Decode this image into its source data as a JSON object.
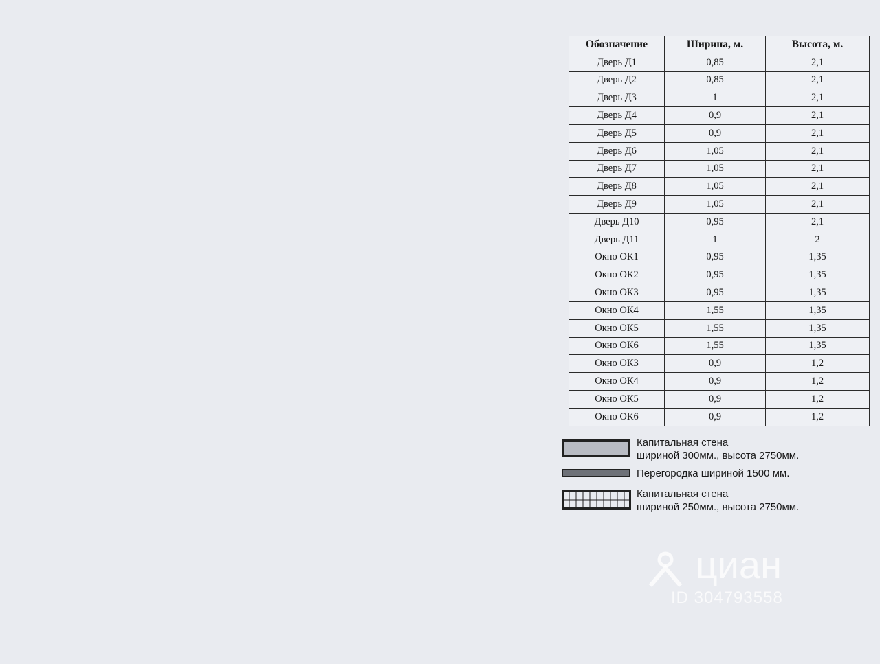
{
  "table": {
    "headers": [
      "Обозначение",
      "Ширина, м.",
      "Высота, м."
    ],
    "rows": [
      [
        "Дверь Д1",
        "0,85",
        "2,1"
      ],
      [
        "Дверь Д2",
        "0,85",
        "2,1"
      ],
      [
        "Дверь Д3",
        "1",
        "2,1"
      ],
      [
        "Дверь Д4",
        "0,9",
        "2,1"
      ],
      [
        "Дверь Д5",
        "0,9",
        "2,1"
      ],
      [
        "Дверь Д6",
        "1,05",
        "2,1"
      ],
      [
        "Дверь Д7",
        "1,05",
        "2,1"
      ],
      [
        "Дверь Д8",
        "1,05",
        "2,1"
      ],
      [
        "Дверь Д9",
        "1,05",
        "2,1"
      ],
      [
        "Дверь Д10",
        "0,95",
        "2,1"
      ],
      [
        "Дверь Д11",
        "1",
        "2"
      ],
      [
        "Окно ОК1",
        "0,95",
        "1,35"
      ],
      [
        "Окно ОК2",
        "0,95",
        "1,35"
      ],
      [
        "Окно ОК3",
        "0,95",
        "1,35"
      ],
      [
        "Окно ОК4",
        "1,55",
        "1,35"
      ],
      [
        "Окно ОК5",
        "1,55",
        "1,35"
      ],
      [
        "Окно ОК6",
        "1,55",
        "1,35"
      ],
      [
        "Окно ОК3",
        "0,9",
        "1,2"
      ],
      [
        "Окно ОК4",
        "0,9",
        "1,2"
      ],
      [
        "Окно ОК5",
        "0,9",
        "1,2"
      ],
      [
        "Окно ОК6",
        "0,9",
        "1,2"
      ]
    ]
  },
  "legend": {
    "capital_300_line1": "Капитальная стена",
    "capital_300_line2": "шириной 300мм., высота 2750мм.",
    "partition": "Перегородка шириной 1500 мм.",
    "capital_250_line1": "Капитальная стена",
    "capital_250_line2": "шириной 250мм., высота 2750мм."
  },
  "watermark": {
    "brand": "циан",
    "id": "ID 304793558"
  },
  "colors": {
    "background": "#e9ebf0",
    "wall_hatch": "#b9bcc4",
    "wall_outline": "#2a2a2a",
    "partition": "#6e7178"
  }
}
